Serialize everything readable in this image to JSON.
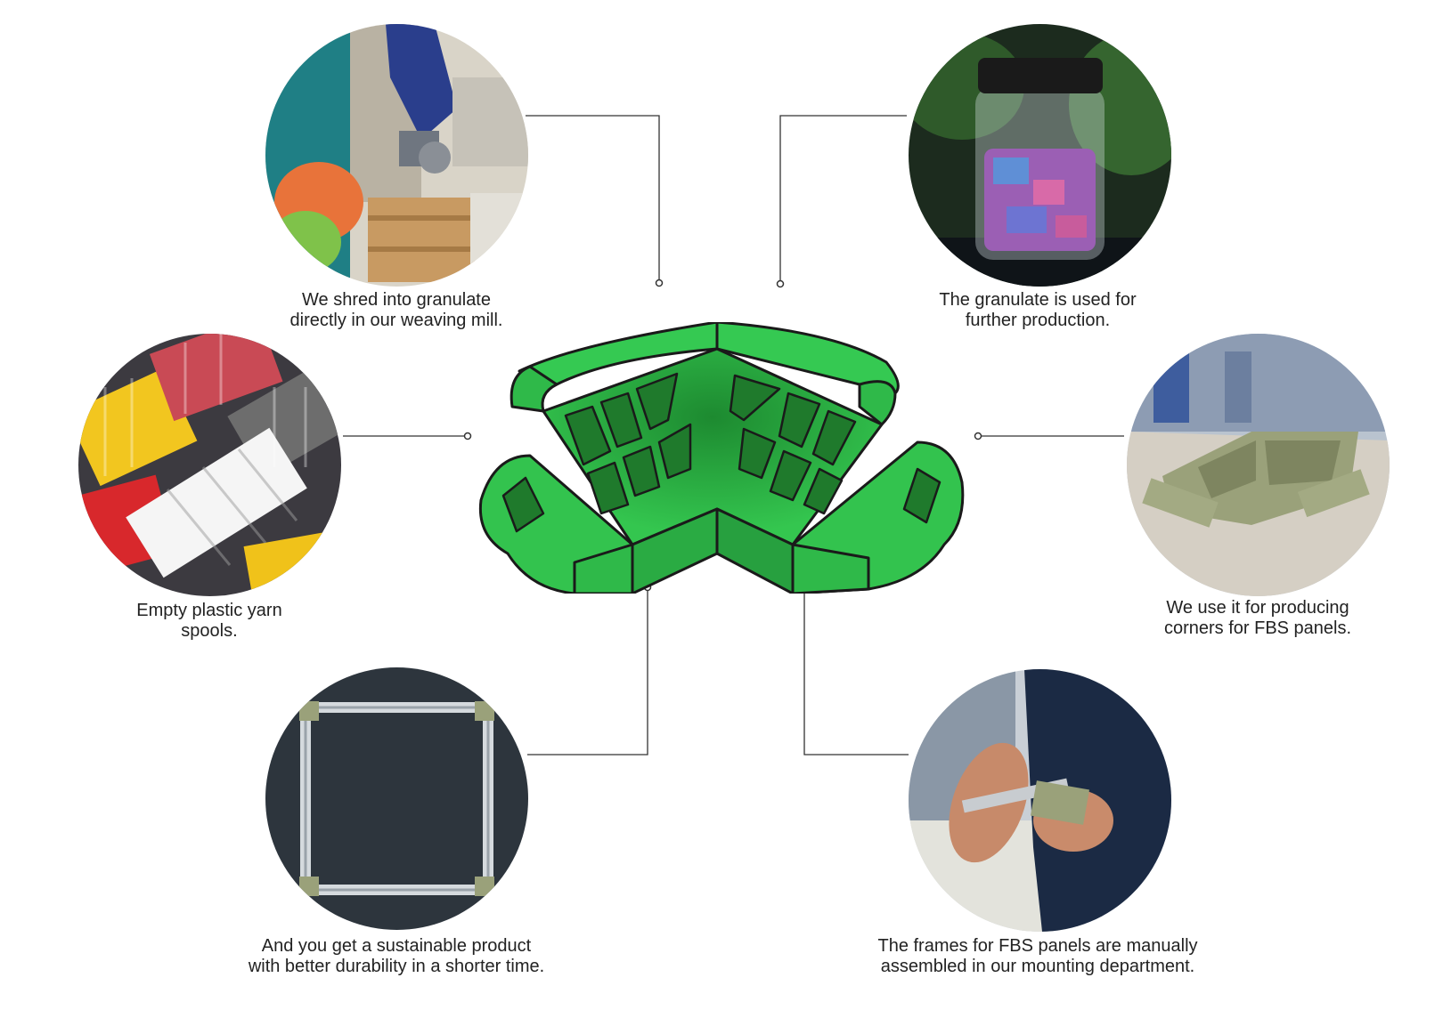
{
  "colors": {
    "connector": "#333333",
    "corner_green": "#2fbf4a",
    "corner_dark": "#1f9a35",
    "outline": "#1a1a1a"
  },
  "steps": [
    {
      "id": "shred",
      "icon": "shredder-machine-photo",
      "lines": [
        "We shred into granulate",
        "directly in our weaving mill."
      ]
    },
    {
      "id": "granulate",
      "icon": "granulate-jar-photo",
      "lines": [
        "The granulate is used for",
        "further production."
      ]
    },
    {
      "id": "spools",
      "icon": "yarn-spools-photo",
      "lines": [
        "Empty plastic yarn",
        "spools."
      ]
    },
    {
      "id": "corners",
      "icon": "corner-piece-photo",
      "lines": [
        "We use it for producing",
        "corners for FBS panels."
      ]
    },
    {
      "id": "product",
      "icon": "frame-product-photo",
      "lines": [
        "And you get a sustainable product",
        "with better durability in a shorter time."
      ]
    },
    {
      "id": "assembly",
      "icon": "assembly-hands-photo",
      "lines": [
        "The frames for FBS panels are manually",
        "assembled in our mounting department."
      ]
    }
  ]
}
